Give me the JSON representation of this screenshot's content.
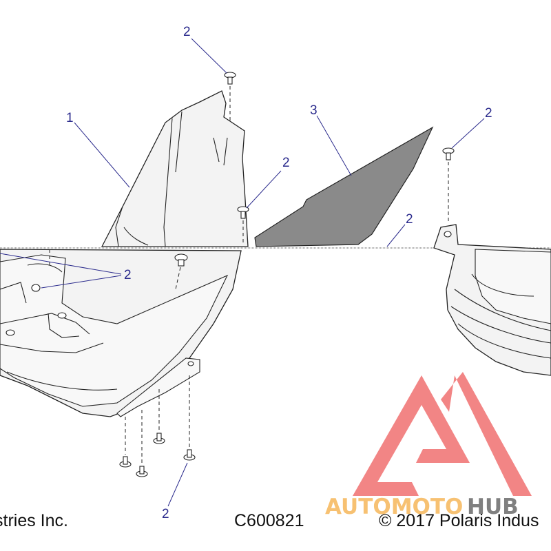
{
  "diagram": {
    "callouts": [
      {
        "id": "c1",
        "text": "1"
      },
      {
        "id": "c2a",
        "text": "2"
      },
      {
        "id": "c2b",
        "text": "2"
      },
      {
        "id": "c2c",
        "text": "2"
      },
      {
        "id": "c2d",
        "text": "2"
      },
      {
        "id": "c2e",
        "text": "2"
      },
      {
        "id": "c2f",
        "text": "2"
      },
      {
        "id": "c3",
        "text": "3"
      }
    ],
    "footer": {
      "left": "stries Inc.",
      "center": "C600821",
      "right": "© 2017 Polaris Indus"
    }
  },
  "watermark": {
    "brand_part1": "AUTOMOTO",
    "brand_part2": "HUB",
    "colors": {
      "logo": "#f07070",
      "auto": "#f6b75a",
      "hub": "#6b6b6b"
    }
  }
}
